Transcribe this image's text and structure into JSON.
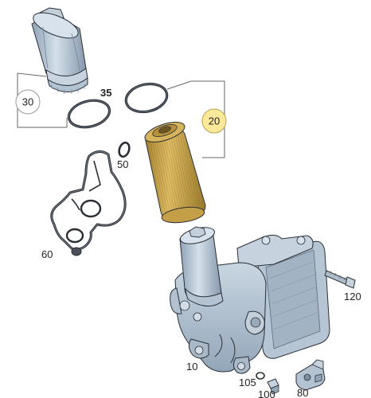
{
  "callouts": {
    "p30": "30",
    "p35": "35",
    "p20": "20",
    "p50": "50",
    "p60": "60",
    "p120": "120",
    "p10": "10",
    "p105": "105",
    "p100": "100",
    "p80": "80"
  },
  "colors": {
    "metal": "#aebdcc",
    "metal_dark": "#7d8fa1",
    "metal_light": "#d8e2ec",
    "outline": "#2a2f36",
    "filter_element": "#c9a24a",
    "filter_dark": "#9b7a2e",
    "gasket": "#3a3f46",
    "highlight_callout": "#fbe99a",
    "bracket_line": "#666666"
  }
}
